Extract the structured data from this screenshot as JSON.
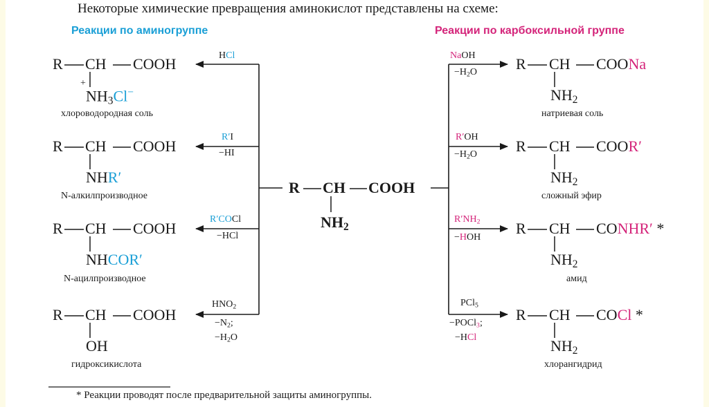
{
  "title": "Некоторые химические превращения аминокислот представлены на схеме:",
  "headings": {
    "amino": "Реакции по аминогруппе",
    "carboxyl": "Реакции по карбоксильной группе"
  },
  "center": {
    "r": "R",
    "ch": "CH",
    "cooh": "COOH",
    "nh": "NH",
    "nh_sub": "2"
  },
  "left": [
    {
      "r": "R",
      "ch": "CH",
      "cooh": "COOH",
      "plus": "+",
      "sub_a": "NH",
      "sub_a_sub": "3",
      "sub_b": "Cl",
      "sub_b_sup": "−",
      "caption": "хлороводородная соль",
      "reagent_top_a": "H",
      "reagent_top_b": "Cl"
    },
    {
      "r": "R",
      "ch": "CH",
      "cooh": "COOH",
      "sub_a": "NH",
      "sub_b": "R′",
      "caption": "N-алкилпроизводное",
      "reagent_top_a": "R′",
      "reagent_top_b": "I",
      "reagent_bottom": "−HI"
    },
    {
      "r": "R",
      "ch": "CH",
      "cooh": "COOH",
      "sub_a": "NH",
      "sub_b": "COR′",
      "caption": "N-ацилпроизводное",
      "reagent_top_a": "R′CO",
      "reagent_top_b": "Cl",
      "reagent_bottom": "−HCl"
    },
    {
      "r": "R",
      "ch": "CH",
      "cooh": "COOH",
      "sub_a": "OH",
      "caption": "гидроксикислота",
      "reagent_top_a": "HNO",
      "reagent_top_sub": "2",
      "reagent_mid_a": "−N",
      "reagent_mid_sub": "2",
      "reagent_mid_b": ";",
      "reagent_bot_a": "−H",
      "reagent_bot_sub": "2",
      "reagent_bot_b": "O"
    }
  ],
  "right": [
    {
      "r": "R",
      "ch": "CH",
      "acid_a": "COO",
      "acid_b": "Na",
      "nh": "NH",
      "nh_sub": "2",
      "caption": "натриевая соль",
      "reagent_top_a": "Na",
      "reagent_top_b": "OH",
      "reagent_bot_a": "−H",
      "reagent_bot_sub": "2",
      "reagent_bot_b": "O"
    },
    {
      "r": "R",
      "ch": "CH",
      "acid_a": "COO",
      "acid_b": "R′",
      "nh": "NH",
      "nh_sub": "2",
      "caption": "сложный эфир",
      "reagent_top_a": "R′",
      "reagent_top_b": "OH",
      "reagent_bot_a": "−H",
      "reagent_bot_sub": "2",
      "reagent_bot_b": "O"
    },
    {
      "r": "R",
      "ch": "CH",
      "acid_a": "CO",
      "acid_b": "NHR′",
      "star": " *",
      "nh": "NH",
      "nh_sub": "2",
      "caption": "амид",
      "reagent_top_a": "R′NH",
      "reagent_top_sub": "2",
      "reagent_bot_a": "−",
      "reagent_bot_b": "H",
      "reagent_bot_c": "OH"
    },
    {
      "r": "R",
      "ch": "CH",
      "acid_a": "CO",
      "acid_b": "Cl",
      "star": " *",
      "nh": "NH",
      "nh_sub": "2",
      "caption": "хлорангидрид",
      "reagent_top_a": "PCl",
      "reagent_top_sub": "5",
      "reagent_mid_a": "−POCl",
      "reagent_mid_sub": "3",
      "reagent_mid_b": ";",
      "reagent_bot_a": "−H",
      "reagent_bot_b": "Cl"
    }
  ],
  "footnote": "* Реакции проводят после предварительной защиты аминогруппы."
}
